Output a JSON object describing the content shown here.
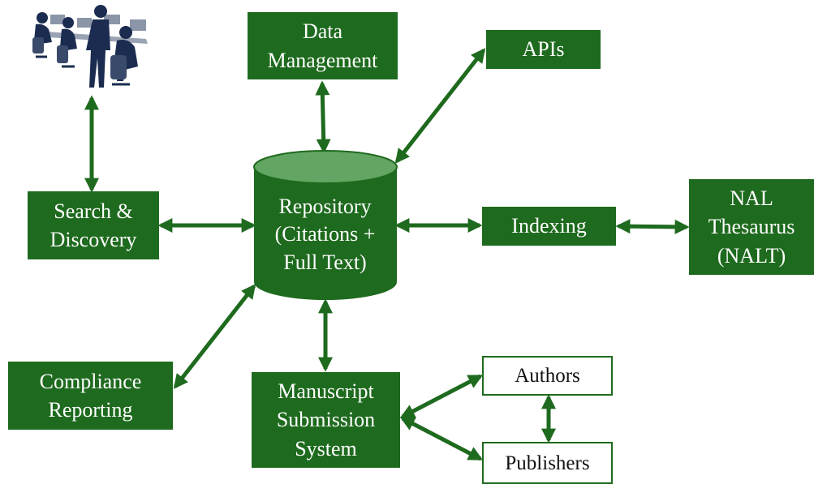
{
  "colors": {
    "box_fill": "#1e6a1e",
    "arrow": "#1e6a1e",
    "cylinder_top": "#63a563",
    "people": "#1b2c50"
  },
  "icons": {
    "users": "people-at-computers-icon"
  },
  "nodes": {
    "data_management": {
      "line1": "Data",
      "line2": "Management"
    },
    "apis": {
      "label": "APIs"
    },
    "search": {
      "line1": "Search &",
      "line2": "Discovery"
    },
    "repository": {
      "line1": "Repository",
      "line2": "(Citations +",
      "line3": "Full Text)"
    },
    "indexing": {
      "label": "Indexing"
    },
    "nalt": {
      "line1": "NAL",
      "line2": "Thesaurus",
      "line3": "(NALT)"
    },
    "compliance": {
      "line1": "Compliance",
      "line2": "Reporting"
    },
    "manuscript": {
      "line1": "Manuscript",
      "line2": "Submission",
      "line3": "System"
    },
    "authors": {
      "label": "Authors"
    },
    "publishers": {
      "label": "Publishers"
    }
  }
}
